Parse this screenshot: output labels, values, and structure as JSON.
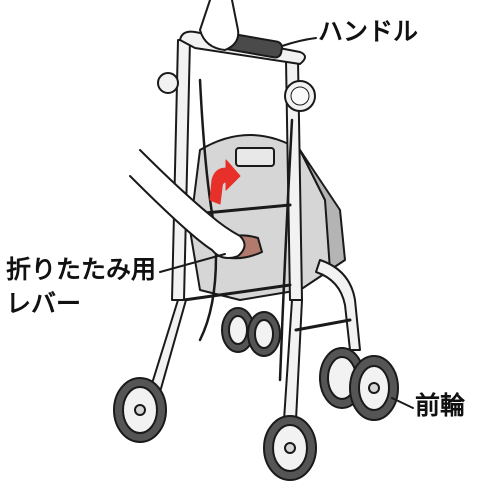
{
  "labels": {
    "handle": "ハンドル",
    "folding_lever_line1": "折りたたみ用",
    "folding_lever_line2": "レバー",
    "front_wheel": "前輪"
  },
  "colors": {
    "outline": "#1a1a1a",
    "frame": "#f2f2f2",
    "seat": "#d6d6d6",
    "seat_dark": "#b4b4b4",
    "handle_grip": "#4a4a4a",
    "lever": "#b07a6c",
    "arrow": "#e8302a",
    "tire": "#555555"
  }
}
